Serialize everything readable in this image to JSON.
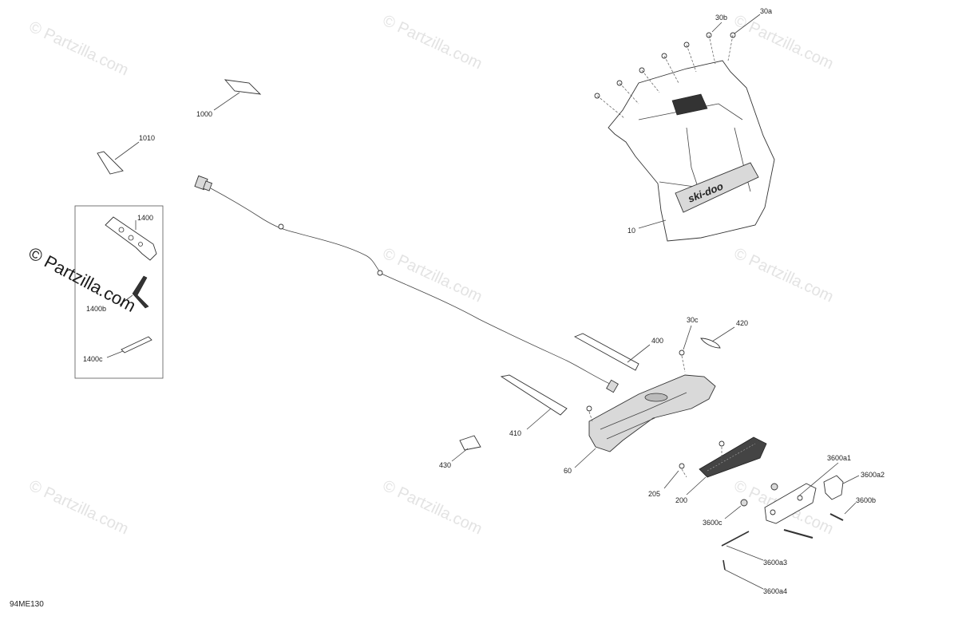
{
  "watermark": {
    "text": "© Partzilla.com",
    "accent_color": "#1a1a1a",
    "faded_color": "#e3e3e3"
  },
  "diagram_code": "94ME130",
  "logo_text": "ski-doo",
  "callouts": {
    "c10": "10",
    "c30a": "30a",
    "c30b": "30b",
    "c30c": "30c",
    "c60": "60",
    "c200": "200",
    "c205": "205",
    "c400": "400",
    "c410": "410",
    "c420": "420",
    "c430": "430",
    "c1000": "1000",
    "c1010": "1010",
    "c1400": "1400",
    "c1400b": "1400b",
    "c1400c": "1400c",
    "c3600a1": "3600a1",
    "c3600a2": "3600a2",
    "c3600a3": "3600a3",
    "c3600a4": "3600a4",
    "c3600b": "3600b",
    "c3600c": "3600c"
  }
}
